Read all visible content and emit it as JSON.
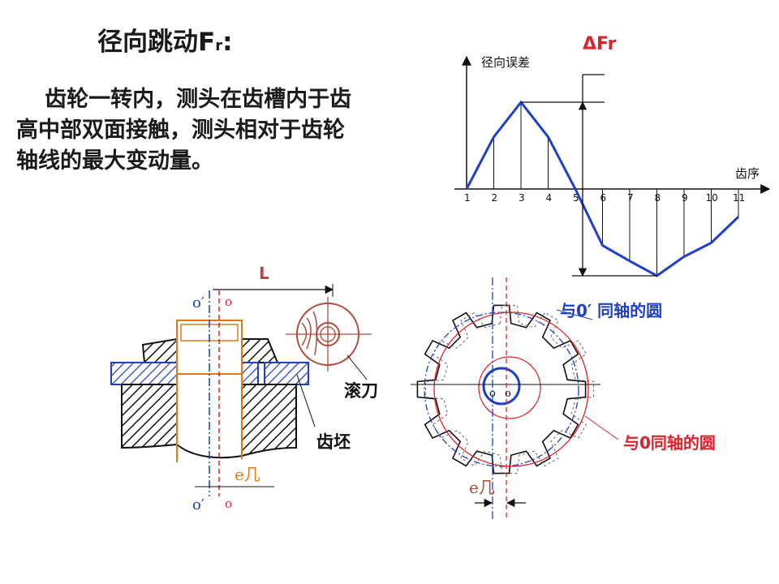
{
  "title": {
    "main": "径向跳动F",
    "subscript": "r",
    "suffix": ":"
  },
  "description": "齿轮一转内，测头在齿槽内于齿高中部双面接触，测头相对于齿轮轴线的最大变动量。",
  "chart_data": {
    "type": "line",
    "title": "ΔFr",
    "ylabel": "径向误差",
    "xlabel": "齿序",
    "x": [
      1,
      2,
      3,
      4,
      5,
      6,
      7,
      8,
      9,
      10,
      11
    ],
    "values": [
      0,
      0.6,
      1.0,
      0.6,
      0,
      -0.65,
      -0.83,
      -1.0,
      -0.78,
      -0.62,
      -0.32
    ],
    "ylim": [
      -1.2,
      1.6
    ],
    "ticks": [
      "1",
      "2",
      "3",
      "4",
      "5",
      "6",
      "7",
      "8",
      "9",
      "10",
      "11"
    ],
    "color": "#1f3fc7"
  },
  "diagram": {
    "dim_L": "L",
    "axis_o_prime": "o′",
    "axis_o": "o",
    "hob_label": "滚刀",
    "blank_label": "齿坯",
    "eccentricity_label": "e几",
    "circle_o_prime_label": "与0′ 同轴的圆",
    "circle_o_label": "与0同轴的圆",
    "colors": {
      "blue": "#1f3fc7",
      "red": "#e0202a",
      "orange": "#e07a1a",
      "brown": "#b04a3a"
    }
  }
}
